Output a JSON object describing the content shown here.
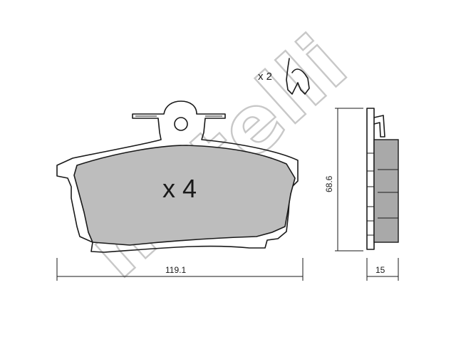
{
  "watermark": "metelli",
  "quantities": {
    "pad": "x 4",
    "spring": "x 2"
  },
  "dimensions": {
    "width": "119.1",
    "height": "68.6",
    "thickness": "15"
  },
  "colors": {
    "friction": "#bdbdbd",
    "line": "#1a1a1a",
    "watermark": "#c8c8c8"
  }
}
